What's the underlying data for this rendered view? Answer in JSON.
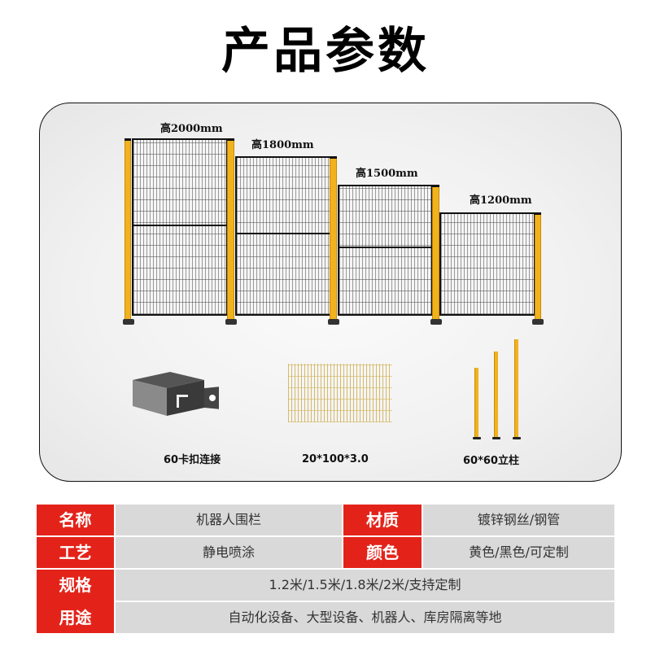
{
  "header": {
    "title": "产品参数"
  },
  "colors": {
    "accent_red": "#e3231a",
    "post_yellow": "#f2b21e",
    "cell_gray": "#d9d9d9"
  },
  "diagram": {
    "panels": [
      {
        "height_label": "高2000mm"
      },
      {
        "height_label": "高1800mm"
      },
      {
        "height_label": "高1500mm"
      },
      {
        "height_label": "高1200mm"
      }
    ]
  },
  "components": [
    {
      "icon": "bracket-clip-icon",
      "caption": "60卡扣连接"
    },
    {
      "icon": "wire-mesh-icon",
      "caption": "20*100*3.0"
    },
    {
      "icon": "fence-posts-icon",
      "caption": "60*60立柱"
    }
  ],
  "spec_table": {
    "rows": [
      {
        "label": "名称",
        "value": "机器人围栏",
        "label2": "材质",
        "value2": "镀锌钢丝/钢管"
      },
      {
        "label": "工艺",
        "value": "静电喷涂",
        "label2": "颜色",
        "value2": "黄色/黑色/可定制"
      },
      {
        "label": "规格",
        "value": "1.2米/1.5米/1.8米/2米/支持定制"
      },
      {
        "label": "用途",
        "value": "自动化设备、大型设备、机器人、库房隔离等地"
      }
    ]
  }
}
